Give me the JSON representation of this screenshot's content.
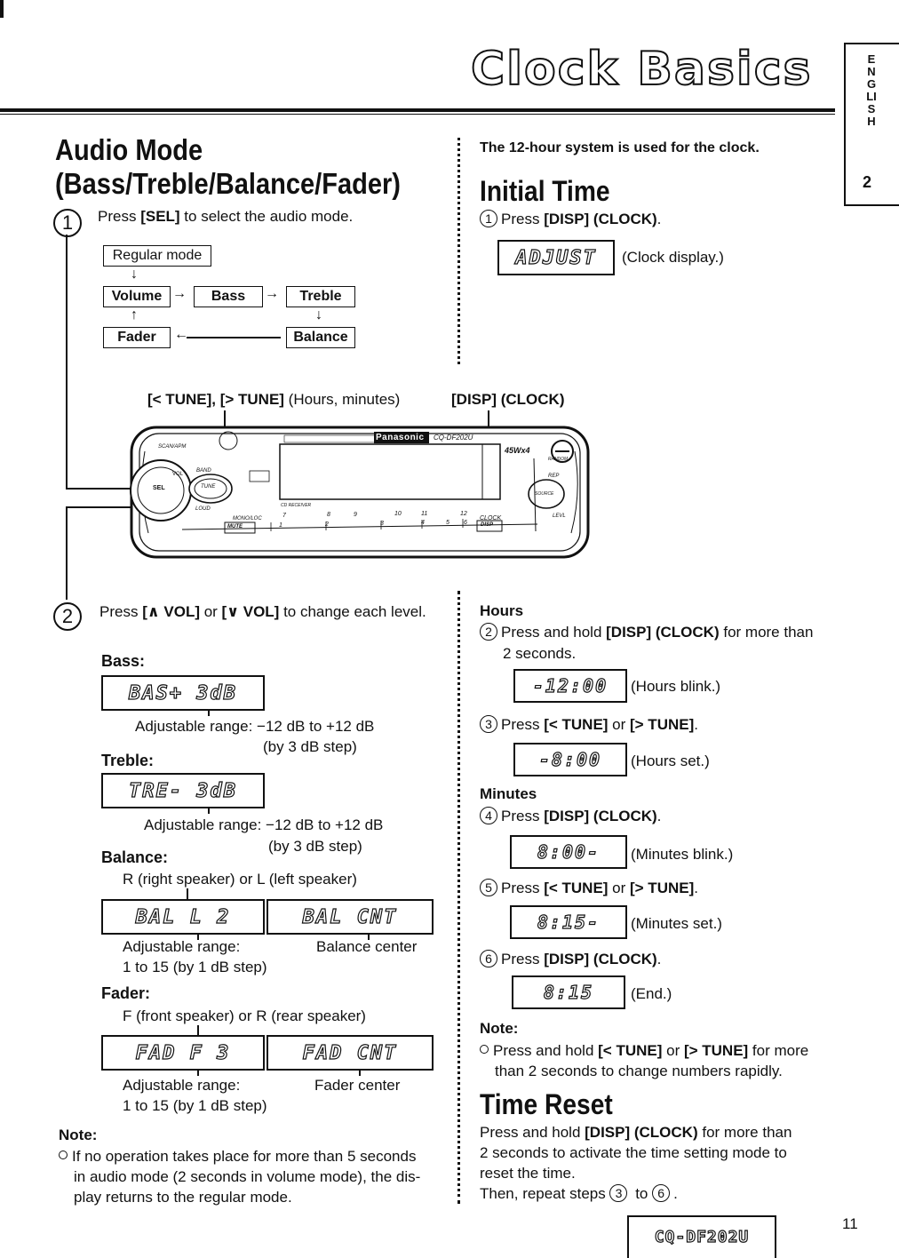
{
  "header": {
    "title": "Clock Basics",
    "tab_lang": "ENGLISH",
    "tab_num": "2"
  },
  "audio": {
    "title_line1": "Audio Mode",
    "title_line2": "(Bass/Treble/Balance/Fader)",
    "step1_num": "1",
    "step1_pre": "Press ",
    "step1_key": "[SEL]",
    "step1_post": " to select the audio mode.",
    "flow": {
      "regular": "Regular mode",
      "volume": "Volume",
      "bass": "Bass",
      "treble": "Treble",
      "fader": "Fader",
      "balance": "Balance"
    },
    "step2_num": "2",
    "step2_pre": "Press ",
    "step2_key1": "[∧ VOL]",
    "step2_mid": " or ",
    "step2_key2": "[∨ VOL]",
    "step2_post": " to change each level.",
    "bass_label": "Bass:",
    "bass_lcd": "BAS+ 3dB",
    "bass_range": "Adjustable range: −12 dB to +12 dB",
    "bass_step": "(by 3 dB step)",
    "treble_label": "Treble:",
    "treble_lcd": "TRE- 3dB",
    "treble_range": "Adjustable range: −12 dB to +12 dB",
    "treble_step": "(by 3 dB step)",
    "balance_label": "Balance:",
    "balance_desc": "R (right speaker) or L (left speaker)",
    "balance_lcd1": "BAL L 2",
    "balance_lcd2": "BAL CNT",
    "balance_range": "Adjustable range:",
    "balance_range2": "1 to 15 (by 1 dB step)",
    "balance_center": "Balance center",
    "fader_label": "Fader:",
    "fader_desc": "F (front speaker) or R (rear speaker)",
    "fader_lcd1": "FAD F 3",
    "fader_lcd2": "FAD CNT",
    "fader_range": "Adjustable range:",
    "fader_range2": "1 to 15 (by 1 dB step)",
    "fader_center": "Fader center",
    "note_title": "Note:",
    "note_text1": "If no operation takes place for more than 5 seconds",
    "note_text2": "in audio mode (2 seconds in volume mode), the dis-",
    "note_text3": "play returns to the regular mode."
  },
  "clock": {
    "intro": "The 12-hour system is used for the clock.",
    "initial_title": "Initial Time",
    "step1_num": "1",
    "step1_pre": "Press ",
    "step1_key": "[DISP] (CLOCK)",
    "step1_post": ".",
    "adjust_lcd": "ADJUST",
    "adjust_caption": "(Clock display.)",
    "hours_title": "Hours",
    "step2_num": "2",
    "step2_pre": "Press and hold ",
    "step2_key": "[DISP] (CLOCK)",
    "step2_post": " for more than",
    "step2_line2": "2 seconds.",
    "lcd_hours_blink": "-12:00",
    "caption_hours_blink": "(Hours blink.)",
    "step3_num": "3",
    "step3_pre": "Press ",
    "step3_key1": "[< TUNE]",
    "step3_mid": " or ",
    "step3_key2": "[> TUNE]",
    "step3_post": ".",
    "lcd_hours_set": "-8:00",
    "caption_hours_set": "(Hours set.)",
    "minutes_title": "Minutes",
    "step4_num": "4",
    "step4_pre": "Press ",
    "step4_key": "[DISP] (CLOCK)",
    "step4_post": ".",
    "lcd_min_blink": "8:00-",
    "caption_min_blink": "(Minutes blink.)",
    "step5_num": "5",
    "step5_pre": "Press ",
    "step5_key1": "[< TUNE]",
    "step5_mid": " or ",
    "step5_key2": "[> TUNE]",
    "step5_post": ".",
    "lcd_min_set": "8:15-",
    "caption_min_set": "(Minutes set.)",
    "step6_num": "6",
    "step6_pre": "Press ",
    "step6_key": "[DISP] (CLOCK)",
    "step6_post": ".",
    "lcd_end": "8:15",
    "caption_end": "(End.)",
    "note_title": "Note:",
    "note_text1_pre": "Press and hold ",
    "note_key1": "[< TUNE]",
    "note_mid": " or ",
    "note_key2": "[> TUNE]",
    "note_text1_post": " for more",
    "note_text2": "than 2 seconds to change numbers rapidly.",
    "reset_title": "Time Reset",
    "reset_line1_pre": "Press and hold ",
    "reset_key": "[DISP] (CLOCK)",
    "reset_line1_post": " for more than",
    "reset_line2": "2 seconds to activate the time setting mode to",
    "reset_line3": "reset the time.",
    "reset_line4_pre": "Then, repeat steps ",
    "reset_step_a": "3",
    "reset_line4_mid": " to ",
    "reset_step_b": "6",
    "reset_line4_post": "."
  },
  "device": {
    "label_tune": "[< TUNE], [> TUNE]",
    "label_tune_desc": " (Hours, minutes)",
    "label_disp": "[DISP] (CLOCK)",
    "brand": "Panasonic",
    "model_small": "CQ-DF202U",
    "power": "45Wx4",
    "btn_sel": "SEL",
    "btn_vol": "VOL",
    "btn_band": "BAND",
    "btn_tune": "TUNE",
    "btn_loud": "LOUD",
    "btn_random": "RANDOM",
    "btn_rep": "REP",
    "btn_source": "SOURCE",
    "btn_levl": "LEVL",
    "btn_mute": "MUTE",
    "btn_disp": "DISP",
    "monoloc": "MONO/LOC",
    "clock_lbl": "CLOCK",
    "cd_receiver": "CD RECEIVER",
    "scan_apm": "SCAN/APM",
    "presets": [
      "1",
      "2",
      "3",
      "4",
      "5",
      "6"
    ],
    "preset_top": [
      "7",
      "8",
      "9",
      "10",
      "11",
      "12"
    ]
  },
  "footer": {
    "page": "11",
    "model": "CQ-DF202U"
  }
}
